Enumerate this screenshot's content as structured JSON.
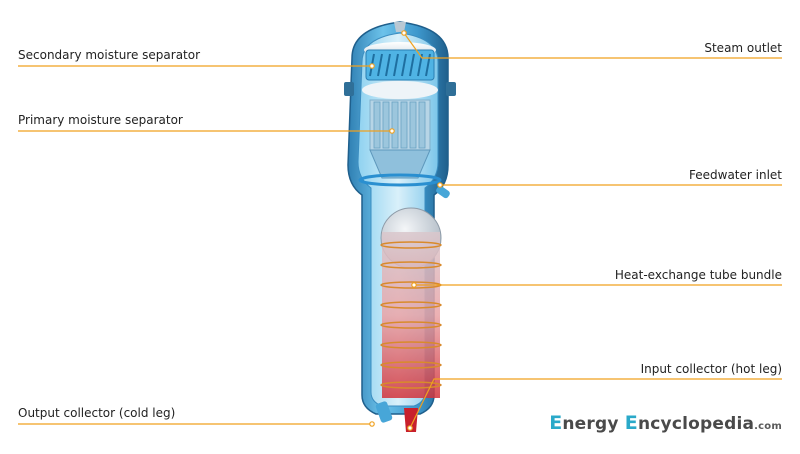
{
  "labels": {
    "secondary_moisture_separator": "Secondary moisture separator",
    "primary_moisture_separator": "Primary moisture separator",
    "output_collector": "Output collector (cold leg)",
    "steam_outlet": "Steam outlet",
    "feedwater_inlet": "Feedwater inlet",
    "heat_exchange_tube_bundle": "Heat-exchange tube bundle",
    "input_collector": "Input collector (hot leg)"
  },
  "brand": {
    "word1_initial": "E",
    "word1_rest": "nergy ",
    "word2_initial": "E",
    "word2_rest": "ncyclopedia",
    "domain": ".com"
  },
  "colors": {
    "leader_line": "#f0a11f",
    "shell_blue": "#4fa9d8",
    "brand_accent": "#2aa9c9"
  }
}
